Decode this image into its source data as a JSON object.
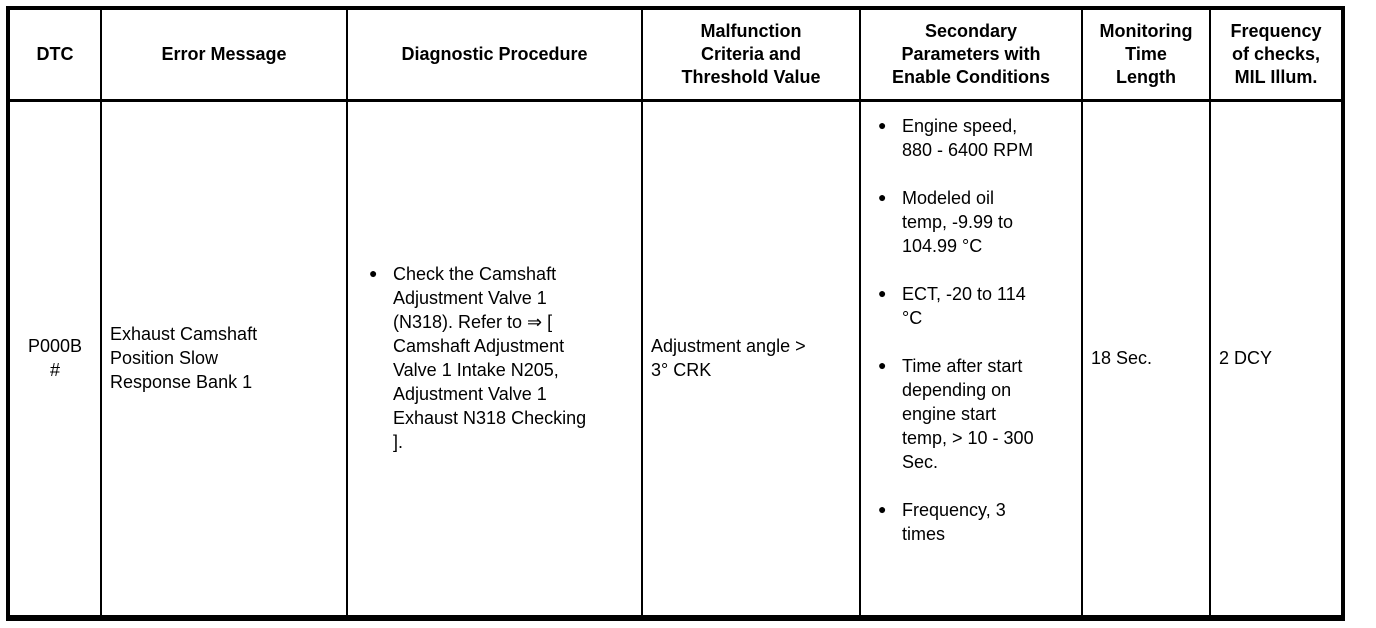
{
  "document": {
    "type": "diagnostic-trouble-code-table",
    "ink_color": "#000000",
    "paper_color": "#ffffff"
  },
  "table": {
    "columns": [
      {
        "id": "dtc",
        "label": "DTC"
      },
      {
        "id": "error_message",
        "label": "Error Message"
      },
      {
        "id": "diagnostic_procedure",
        "label": "Diagnostic Procedure"
      },
      {
        "id": "malfunction_criteria",
        "label": "Malfunction\nCriteria and\nThreshold Value"
      },
      {
        "id": "secondary_parameters",
        "label": "Secondary\nParameters with\nEnable Conditions"
      },
      {
        "id": "monitoring_time",
        "label": "Monitoring\nTime\nLength"
      },
      {
        "id": "frequency",
        "label": "Frequency\nof checks,\nMIL Illum."
      }
    ],
    "rows": [
      {
        "dtc": "P000B\n#",
        "error_message": "Exhaust Camshaft Position Slow Response Bank 1",
        "diagnostic_procedure": [
          "Check the Camshaft Adjustment Valve 1 (N318). Refer to ⇒ [ Camshaft Adjustment Valve 1 Intake N205, Adjustment Valve 1 Exhaust N318 Checking ]."
        ],
        "malfunction_criteria": "Adjustment angle > 3° CRK",
        "secondary_parameters": [
          "Engine speed, 880 - 6400 RPM",
          "Modeled oil temp, -9.99 to 104.99 °C",
          "ECT, -20 to 114 °C",
          "Time after start depending on engine start temp, > 10 - 300 Sec.",
          "Frequency, 3 times"
        ],
        "monitoring_time": "18 Sec.",
        "frequency": "2 DCY"
      }
    ]
  }
}
